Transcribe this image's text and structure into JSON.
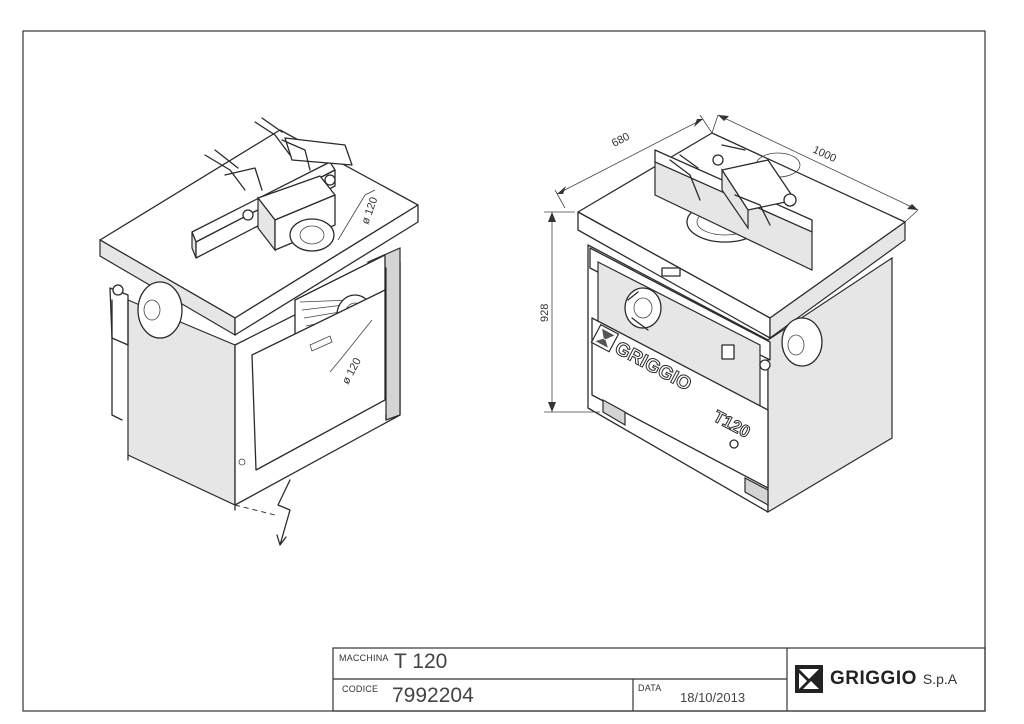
{
  "drawing": {
    "dims": {
      "left_d1": "ø 120",
      "left_d2": "ø 120",
      "width": "680",
      "length": "1000",
      "height": "928"
    },
    "machine_marking": {
      "brand": "GRIGGIO",
      "model": "T120"
    }
  },
  "title_block": {
    "macchina_label": "MACCHINA",
    "macchina_value": "T 120",
    "codice_label": "CODICE",
    "codice_value": "7992204",
    "data_label": "DATA",
    "data_value": "18/10/2013",
    "company_name": "GRIGGIO",
    "company_suffix": "S.p.A"
  }
}
